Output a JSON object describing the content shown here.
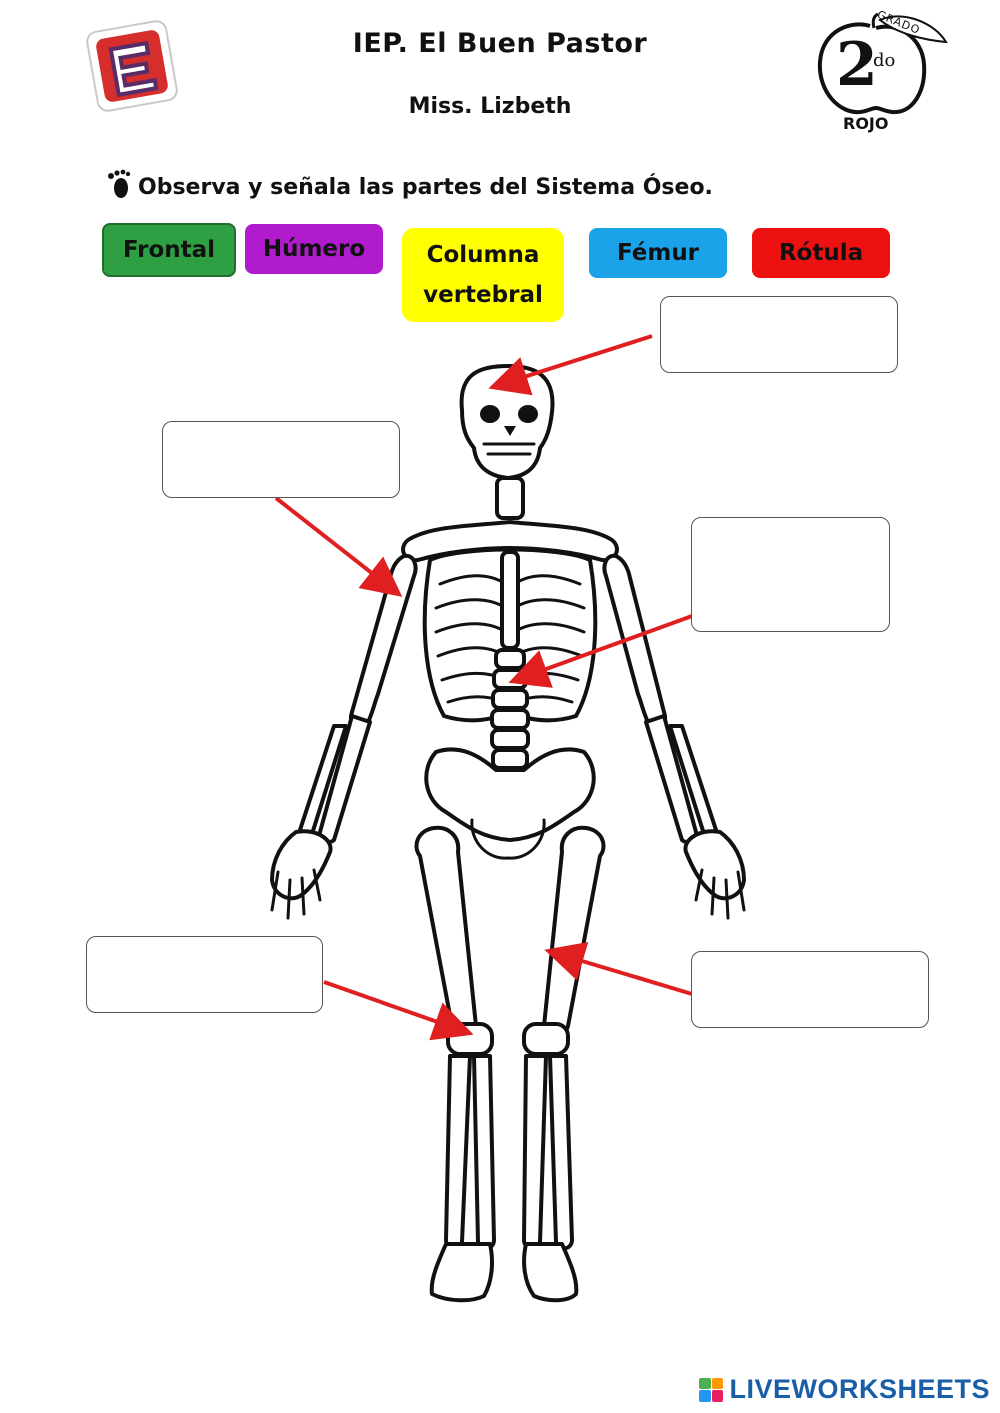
{
  "header": {
    "title": "IEP. El Buen Pastor",
    "teacher": "Miss. Lizbeth"
  },
  "grade_badge": {
    "number": "2",
    "suffix": "do",
    "word": "GRADO",
    "section": "ROJO"
  },
  "logo": {
    "icon": "school-logo",
    "colors": {
      "primary": "#d62d2d",
      "secondary": "#4a2c6e"
    }
  },
  "instruction": {
    "icon": "footprint-icon",
    "text": "Observa y señala las partes del Sistema Óseo."
  },
  "word_bank": [
    {
      "label": "Frontal",
      "color": "#2ea043"
    },
    {
      "label": "Húmero",
      "color": "#b01ccd"
    },
    {
      "label": "Columna\nvertebral",
      "color": "#ffff00"
    },
    {
      "label": "Fémur",
      "color": "#1aa3e8"
    },
    {
      "label": "Rótula",
      "color": "#ee1111"
    }
  ],
  "arrow_color": "#e02020",
  "footer": {
    "brand": "LIVEWORKSHEETS"
  }
}
